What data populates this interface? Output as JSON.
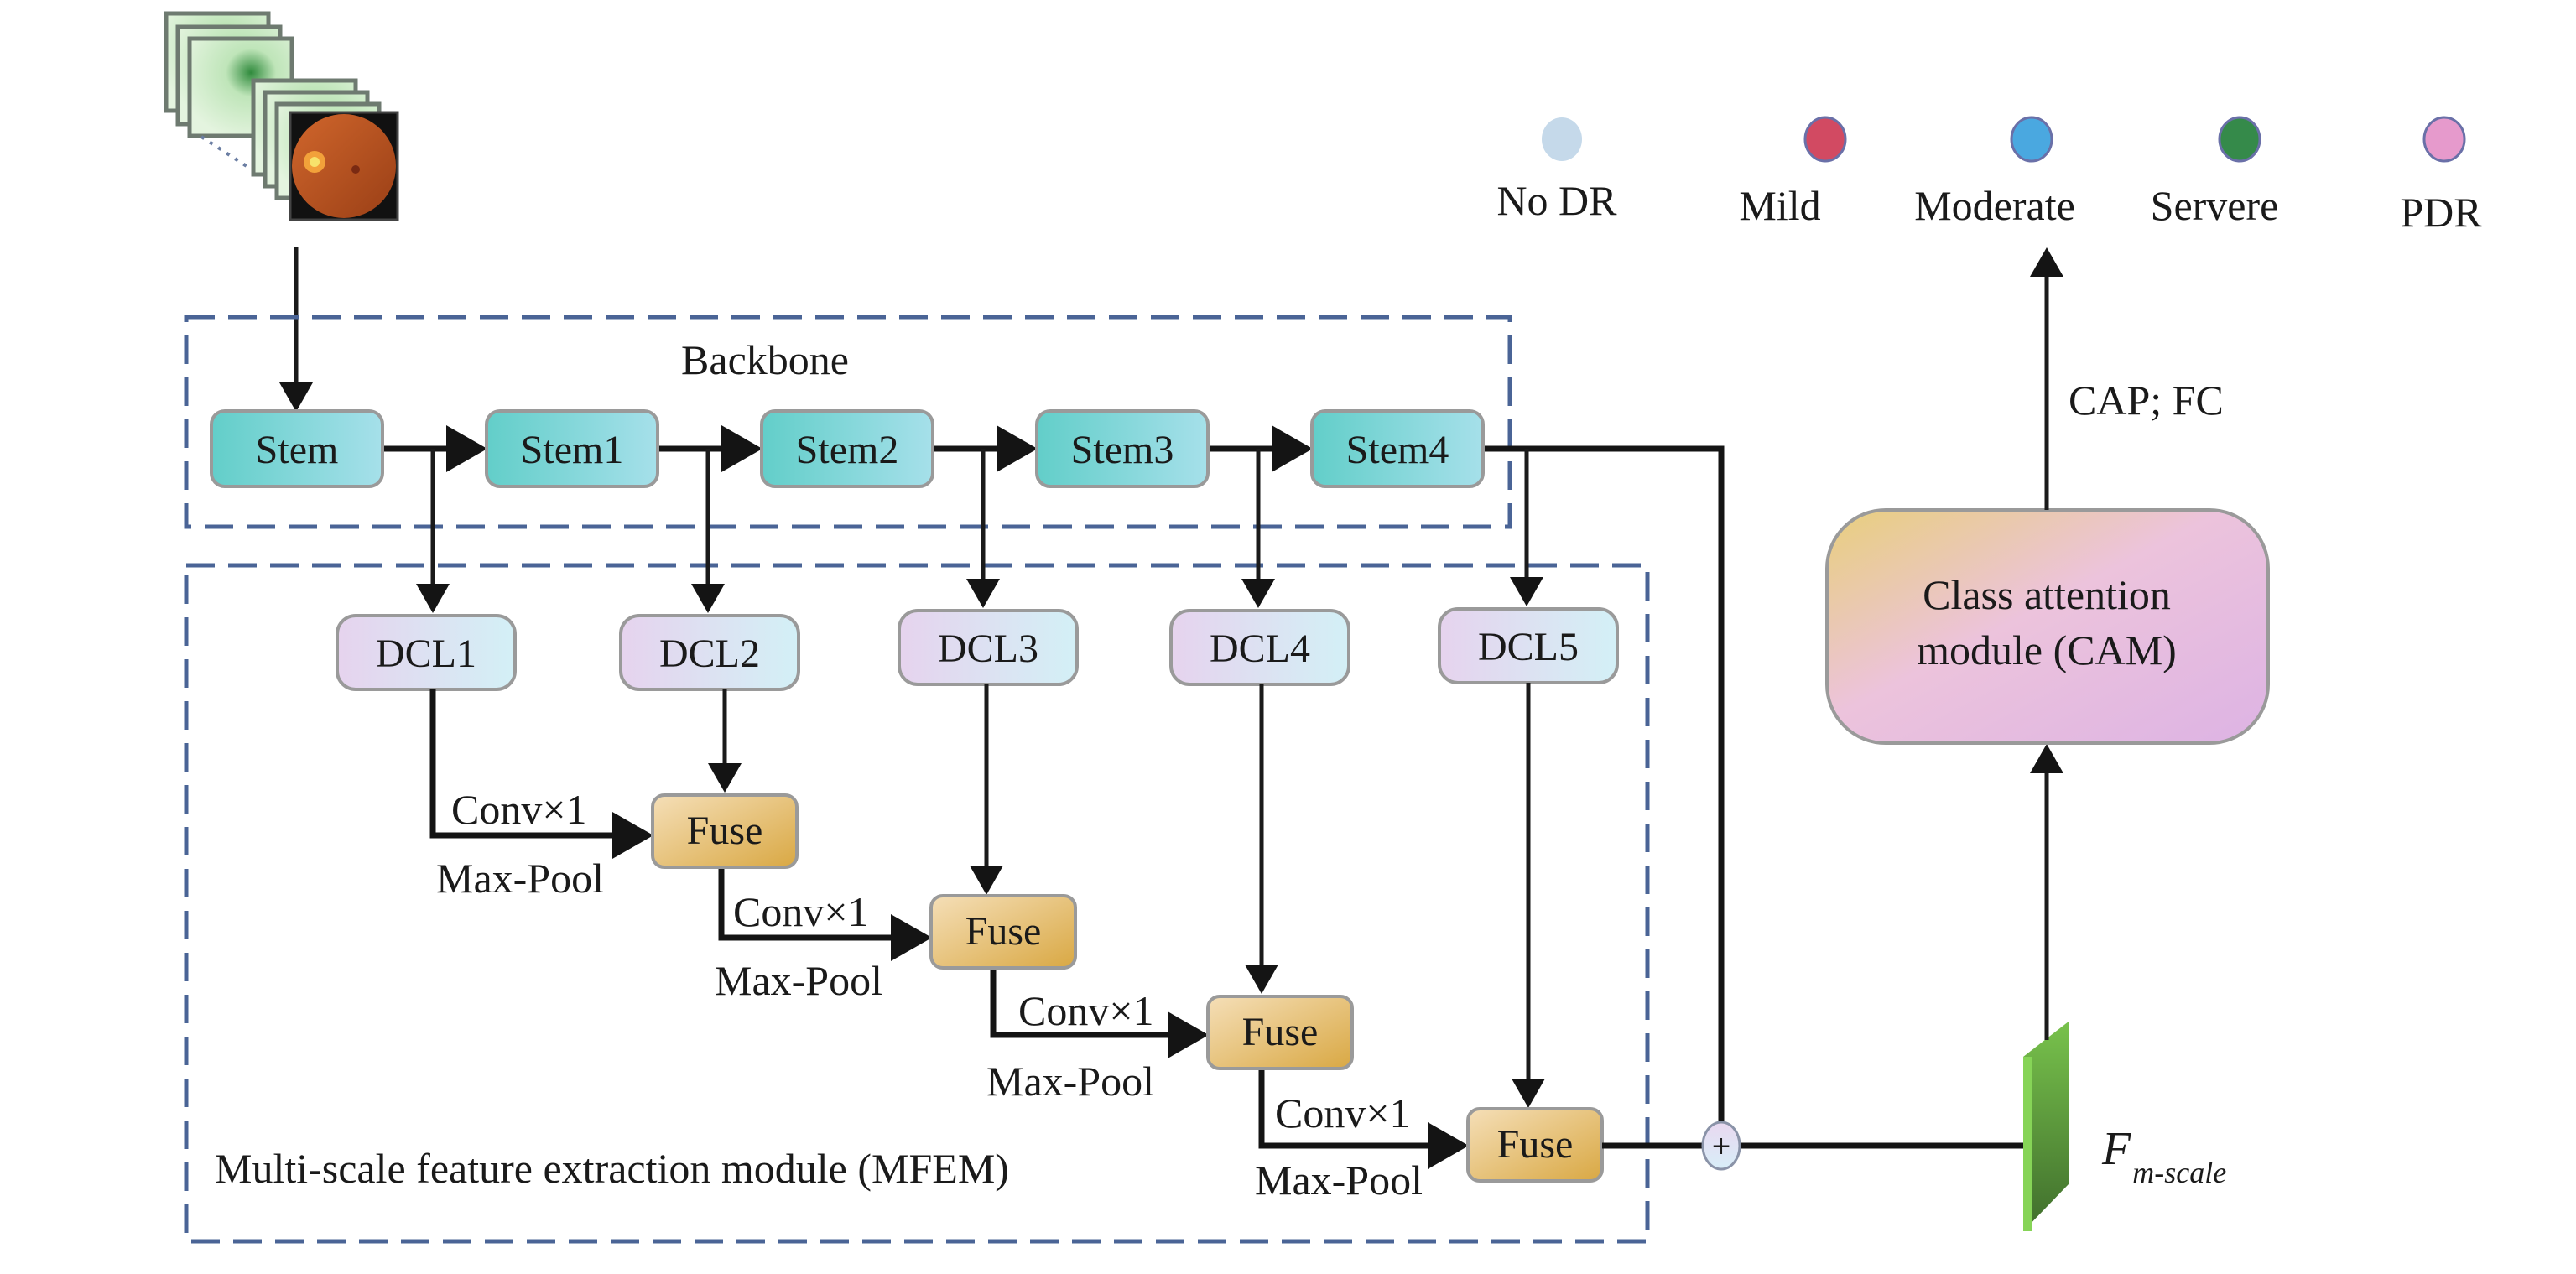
{
  "legend": [
    {
      "label": "No DR",
      "color": "#c5d9ea"
    },
    {
      "label": "Mild",
      "color": "#d24a62"
    },
    {
      "label": "Moderate",
      "color": "#4aa8e0"
    },
    {
      "label": "Servere",
      "color": "#358a4a"
    },
    {
      "label": "PDR",
      "color": "#e69acc"
    }
  ],
  "backbone": {
    "title": "Backbone",
    "stems": [
      "Stem",
      "Stem1",
      "Stem2",
      "Stem3",
      "Stem4"
    ]
  },
  "mfem": {
    "title": "Multi-scale feature extraction module (MFEM)",
    "dcls": [
      "DCL1",
      "DCL2",
      "DCL3",
      "DCL4",
      "DCL5"
    ],
    "fuse_label": "Fuse",
    "conv_label": "Conv×1",
    "pool_label": "Max-Pool"
  },
  "cam": {
    "line1": "Class attention",
    "line2": "module (CAM)"
  },
  "head_label": "CAP; FC",
  "feature": {
    "base": "F",
    "sub": "m-scale"
  },
  "sum_symbol": "+",
  "colors": {
    "stem": "#6fd0cf",
    "dcl": "#e6d6ee",
    "fuse": "#e8c788",
    "dash": "#4a6496",
    "feature": "#5fa842"
  }
}
